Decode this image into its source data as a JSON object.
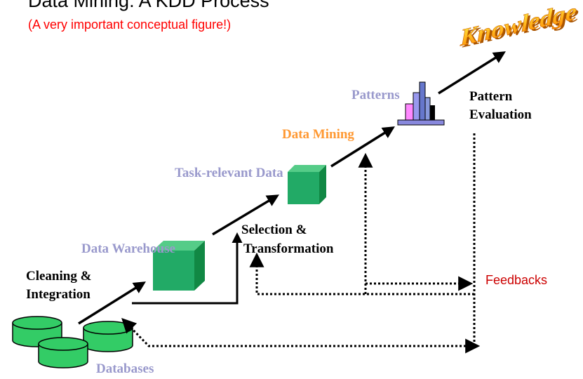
{
  "title": "Data Mining: A KDD Process",
  "subtitle": "(A very important conceptual figure!)",
  "knowledge": "Knowledge",
  "labels": {
    "patterns": "Patterns",
    "pattern_evaluation_1": "Pattern",
    "pattern_evaluation_2": "Evaluation",
    "data_mining": "Data Mining",
    "task_relevant_data": "Task-relevant Data",
    "selection_1": "Selection &",
    "selection_2": "Transformation",
    "data_warehouse": "Data Warehouse",
    "cleaning_1": "Cleaning &",
    "cleaning_2": "Integration",
    "databases": "Databases",
    "feedbacks": "Feedbacks"
  },
  "colors": {
    "cube": "#22aa66",
    "db": "#33cc66",
    "label_lavender": "#9999cc",
    "data_mining": "#ff9933",
    "feedbacks": "#cc0000",
    "subtitle": "#ff0000"
  }
}
